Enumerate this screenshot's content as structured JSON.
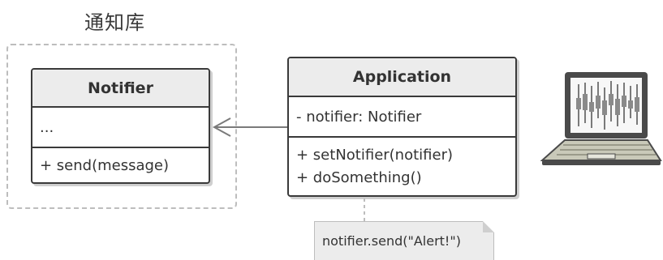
{
  "title": "通知库",
  "notifier_class": {
    "name": "Notifier",
    "fields": [
      "..."
    ],
    "methods": [
      "+ send(message)"
    ]
  },
  "application_class": {
    "name": "Application",
    "fields": [
      "- notifier: Notifier"
    ],
    "methods": [
      "+ setNotifier(notifier)",
      "+ doSomething()"
    ]
  },
  "note": "notifier.send(\"Alert!\")",
  "icons": [
    "laptop-icon"
  ],
  "colors": {
    "line": "#3a3a3a",
    "header": "#ececec",
    "dashed": "#bdbdbd",
    "shadow": "#cfcfcf"
  }
}
